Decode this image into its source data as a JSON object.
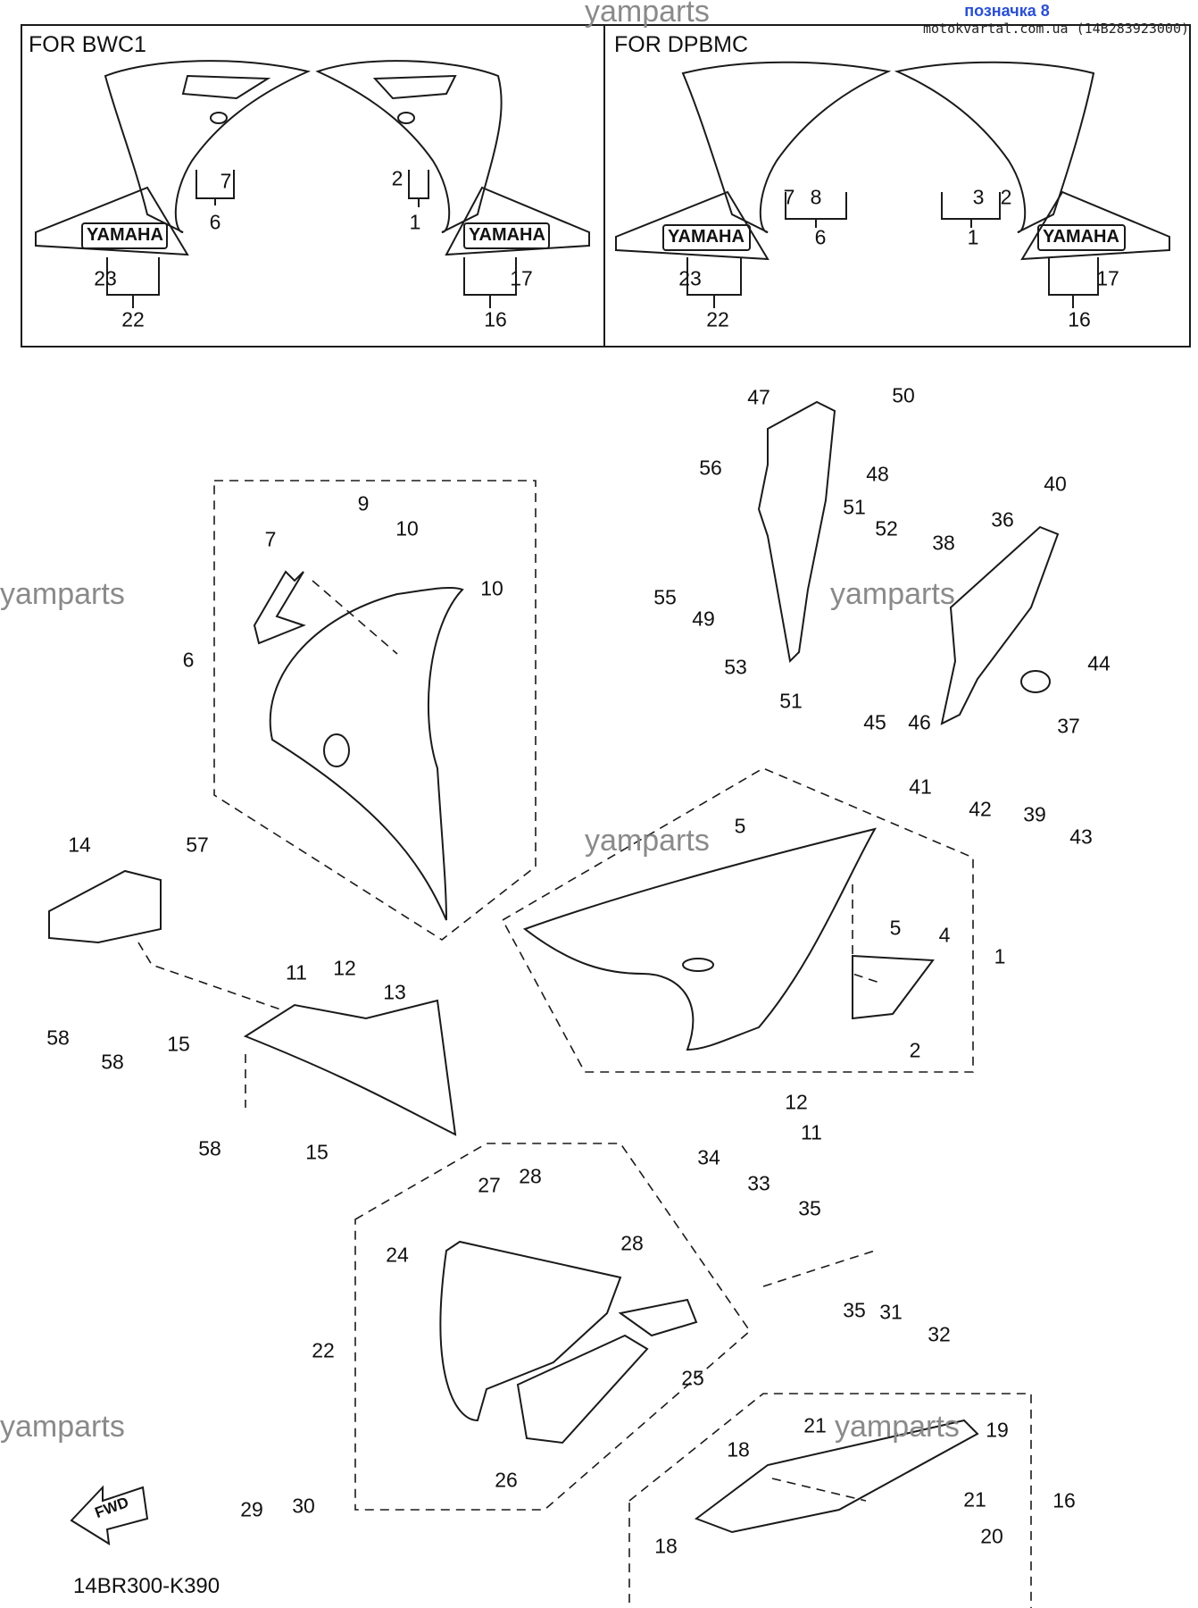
{
  "watermarks": [
    "yamparts",
    "yamparts",
    "yamparts",
    "yamparts",
    "yamparts",
    "yamparts"
  ],
  "header": {
    "badge": "позначка 8",
    "source": "motokvartal.com.ua (14B283923000)"
  },
  "variant_boxes": [
    {
      "title": "FOR BWC1"
    },
    {
      "title": "FOR DPBMC"
    }
  ],
  "decal_text": "YAMAHA",
  "fwd_label": "FWD",
  "diagram_ref": "14BR300-K390",
  "top_labels": [
    "7",
    "6",
    "2",
    "1",
    "23",
    "22",
    "17",
    "16",
    "7",
    "8",
    "6",
    "3",
    "2",
    "1",
    "23",
    "22",
    "17",
    "16"
  ],
  "part_labels": [
    "1",
    "2",
    "4",
    "5",
    "5",
    "6",
    "7",
    "9",
    "10",
    "10",
    "11",
    "11",
    "12",
    "12",
    "13",
    "14",
    "15",
    "15",
    "16",
    "18",
    "18",
    "19",
    "20",
    "21",
    "21",
    "22",
    "24",
    "25",
    "26",
    "27",
    "28",
    "28",
    "29",
    "30",
    "31",
    "32",
    "33",
    "34",
    "35",
    "35",
    "36",
    "37",
    "38",
    "39",
    "40",
    "41",
    "42",
    "43",
    "44",
    "45",
    "46",
    "47",
    "48",
    "49",
    "50",
    "51",
    "51",
    "52",
    "53",
    "55",
    "56",
    "57",
    "58",
    "58",
    "58"
  ],
  "colors": {
    "line": "#1a1a1a",
    "watermark": "#8a8a8a",
    "badge": "#2a4fd1"
  }
}
